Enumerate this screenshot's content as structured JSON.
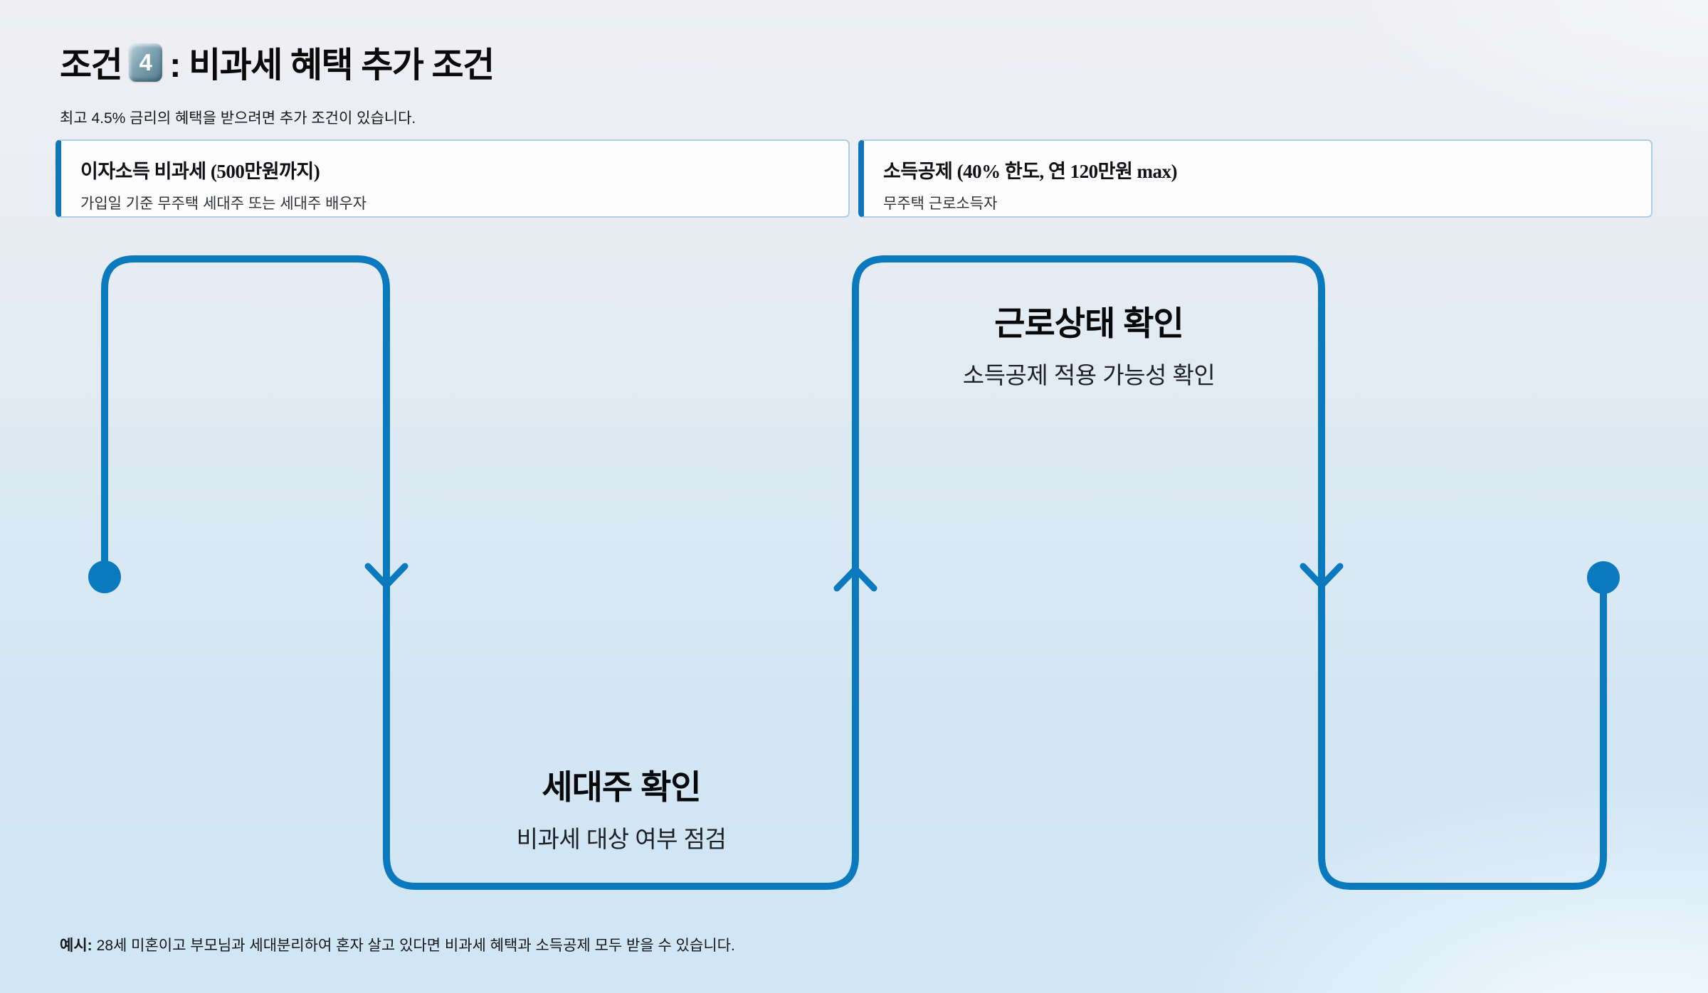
{
  "page": {
    "title_prefix": "조건",
    "keycap_value": "4",
    "title_suffix": ": 비과세 혜택 추가 조건",
    "subtitle": "최고 4.5% 금리의 혜택을 받으려면 추가 조건이 있습니다.",
    "example_label": "예시:",
    "example_text": "28세 미혼이고 부모님과 세대분리하여 혼자 살고 있다면 비과세 혜택과 소득공제 모두 받을 수 있습니다."
  },
  "cards": [
    {
      "title": "이자소득 비과세 (500만원까지)",
      "description": "가입일 기준 무주택 세대주 또는 세대주 배우자"
    },
    {
      "title": "소득공제 (40% 한도, 연 120만원 max)",
      "description": "무주택 근로소득자"
    }
  ],
  "flow": {
    "nodes": [
      {
        "title": "근로상태 확인",
        "subtitle": "소득공제 적용 가능성 확인"
      },
      {
        "title": "세대주 확인",
        "subtitle": "비과세 대상 여부 점검"
      }
    ]
  },
  "colors": {
    "flow_line": "#0b79bd",
    "card_accent": "#1176b8",
    "card_border": "#aecfe3",
    "background_top": "#efeff3",
    "background_bottom": "#cfe6f4"
  }
}
